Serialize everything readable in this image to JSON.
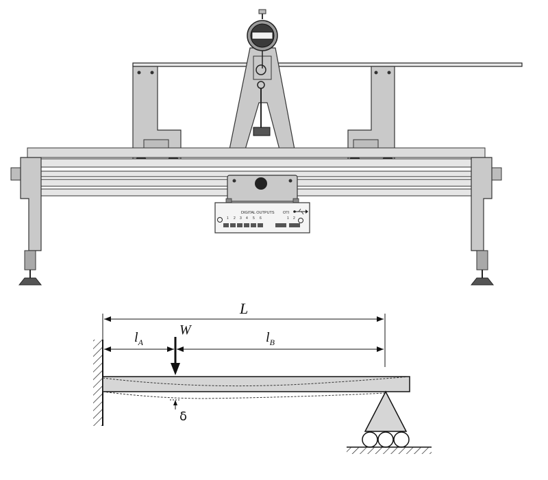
{
  "apparatus": {
    "panel_title": "DIGITAL OUTPUTS",
    "channel_numbers": [
      "1",
      "2",
      "3",
      "4",
      "5",
      "6"
    ],
    "oti_label": "OTI",
    "oti_channels": [
      "1",
      "2"
    ]
  },
  "diagram": {
    "total_length_label": "L",
    "segment_a_label": "l",
    "segment_a_sub": "A",
    "segment_b_label": "l",
    "segment_b_sub": "B",
    "load_label": "W",
    "deflection_label": "δ"
  },
  "colors": {
    "frame_fill": "#c9c9c9",
    "frame_stroke": "#333333",
    "beam_fill": "#d6d6d6",
    "line": "#111111"
  }
}
